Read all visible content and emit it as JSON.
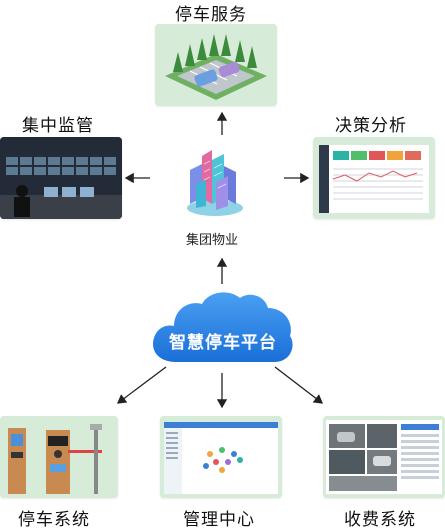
{
  "nodes": {
    "parking_service": "停车服务",
    "central_monitoring": "集中监管",
    "decision_analysis": "决策分析",
    "group_property": "集团物业",
    "platform": "智慧停车平台",
    "parking_system": "停车系统",
    "management_center": "管理中心",
    "charging_system": "收费系统"
  },
  "colors": {
    "card_bg": "#d6ecd8",
    "arrow": "#222222",
    "cloud_dark": "#1a6fd8",
    "cloud_light": "#4aa0f2"
  },
  "icons": {
    "parking_lot": "parking-lot-illustration",
    "monitor_wall": "monitoring-room-photo",
    "dashboard": "analytics-dashboard-screenshot",
    "buildings": "isometric-buildings-icon",
    "cloud": "cloud-icon",
    "gates": "parking-gate-machines",
    "map": "management-map-screenshot",
    "cameras": "camera-feed-screenshot"
  }
}
